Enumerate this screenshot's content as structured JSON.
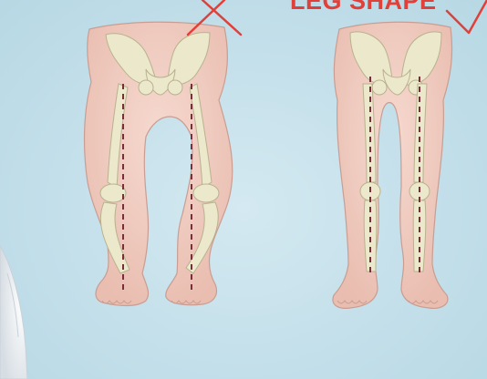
{
  "heading": {
    "text": "LEG SHAPE"
  },
  "figures": [
    {
      "id": "bowed-legs",
      "verdict": "incorrect",
      "mark_icon": "cross-mark-icon"
    },
    {
      "id": "straight-legs",
      "verdict": "correct",
      "mark_icon": "check-mark-icon"
    }
  ],
  "colors": {
    "background": "#c3dfea",
    "skin": "#efc9bd",
    "skin_outline": "#c99d92",
    "bone": "#ece8cb",
    "bone_outline": "#b8b28e",
    "axis_line": "#7a2e3a",
    "mark": "#e0403a"
  }
}
